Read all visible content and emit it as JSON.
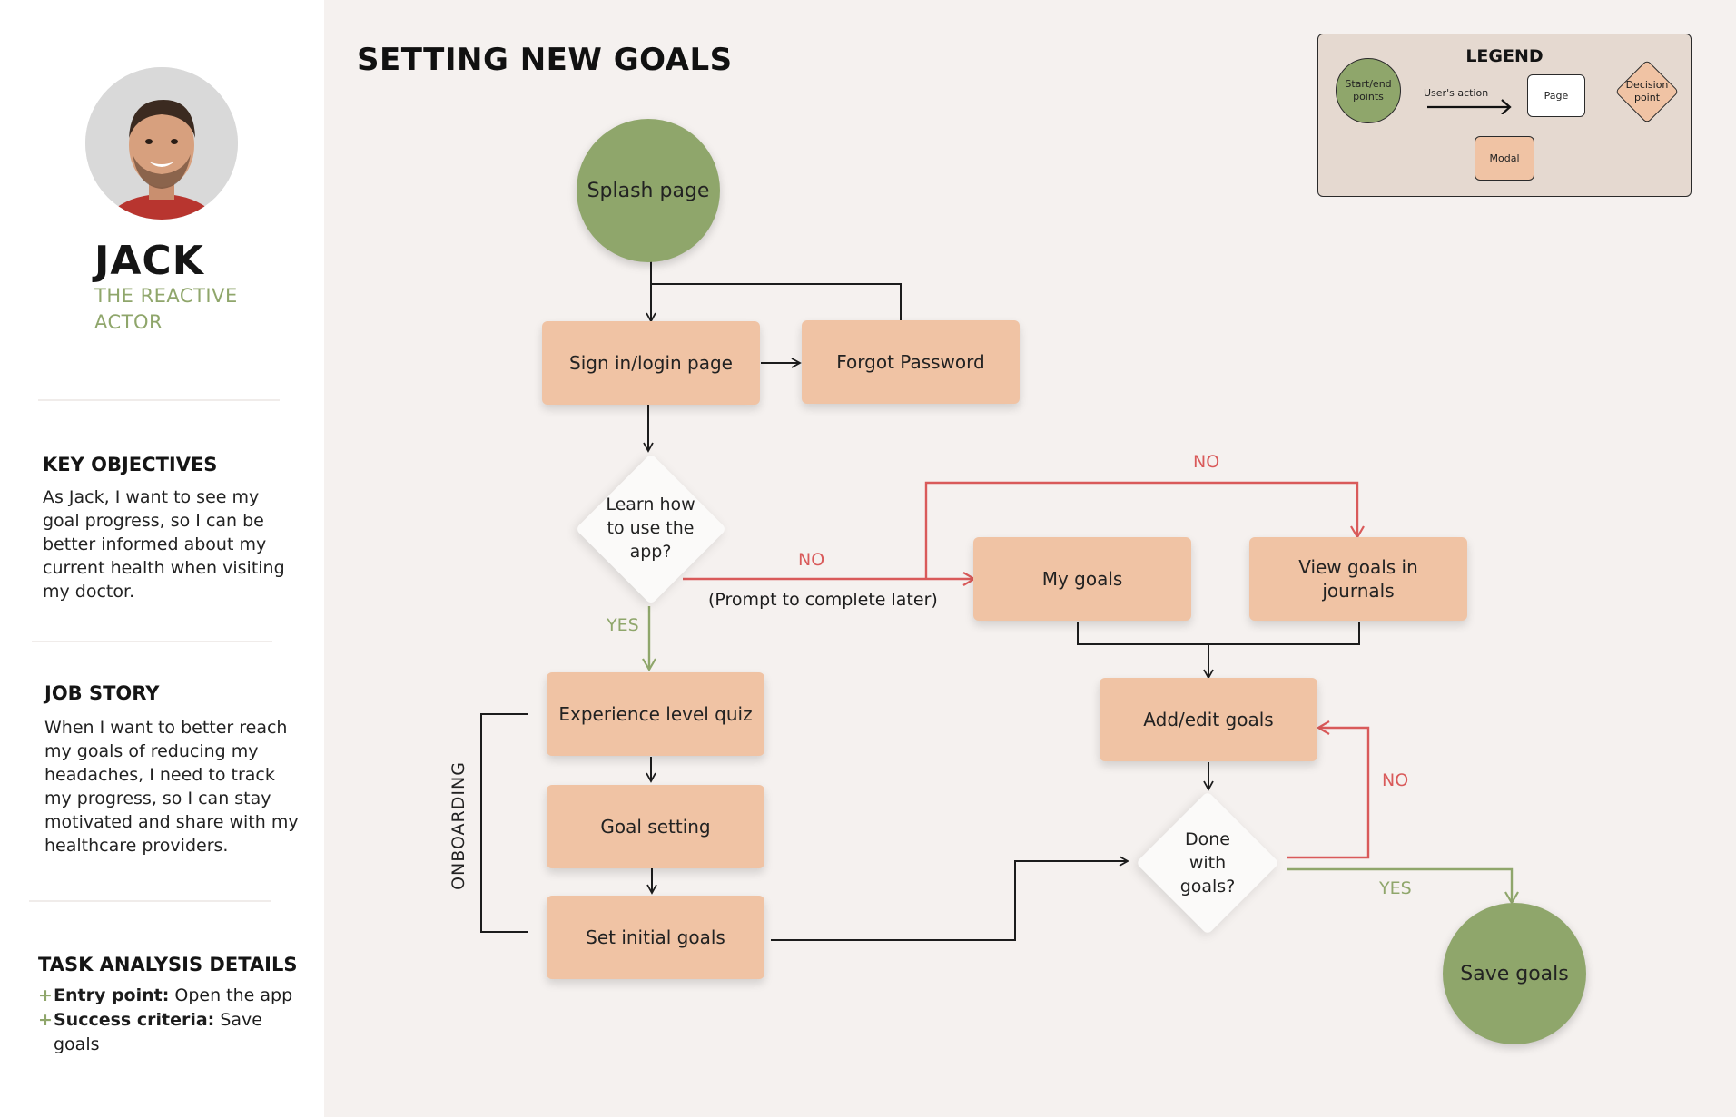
{
  "persona": {
    "name": "JACK",
    "role": "THE REACTIVE ACTOR"
  },
  "key_objectives": {
    "title": "KEY OBJECTIVES",
    "body": "As Jack, I want to see my goal progress, so I can be better informed about my current health when visiting my doctor."
  },
  "job_story": {
    "title": "JOB STORY",
    "body": "When I want to better reach my goals of reducing my headaches, I need to track my progress, so I can stay motivated and share with my healthcare providers."
  },
  "task_analysis": {
    "title": "TASK ANALYSIS DETAILS",
    "items": [
      {
        "label": "Entry point:",
        "value": "Open the app"
      },
      {
        "label": "Success criteria:",
        "value": "Save goals"
      }
    ]
  },
  "diagram": {
    "title": "SETTING NEW GOALS",
    "nodes": {
      "splash": "Splash page",
      "signin": "Sign in/login page",
      "forgot": "Forgot Password",
      "learn": "Learn how to use the app?",
      "quiz": "Experience level quiz",
      "goal_setting": "Goal setting",
      "initial_goals": "Set initial goals",
      "my_goals": "My goals",
      "view_goals": "View goals in journals",
      "add_edit": "Add/edit goals",
      "done": "Done with goals?",
      "save": "Save goals"
    },
    "labels": {
      "no_learn": "NO",
      "prompt_later": "(Prompt to complete later)",
      "yes_learn": "YES",
      "no_top": "NO",
      "no_done": "NO",
      "yes_done": "YES",
      "onboarding": "ONBOARDING"
    }
  },
  "legend": {
    "title": "LEGEND",
    "start_end": "Start/end points",
    "action": "User's action",
    "page": "Page",
    "decision": "Decision point",
    "modal": "Modal"
  },
  "colors": {
    "start_end": "#8fa66b",
    "page": "#f0c3a4",
    "decision": "#fbfaf9",
    "no_path": "#d95a5a",
    "yes_path": "#8fa66b",
    "canvas": "#f5f1ef",
    "legend_bg": "#e5d9d0"
  },
  "icons": {
    "arrow": "arrow-right-icon"
  }
}
